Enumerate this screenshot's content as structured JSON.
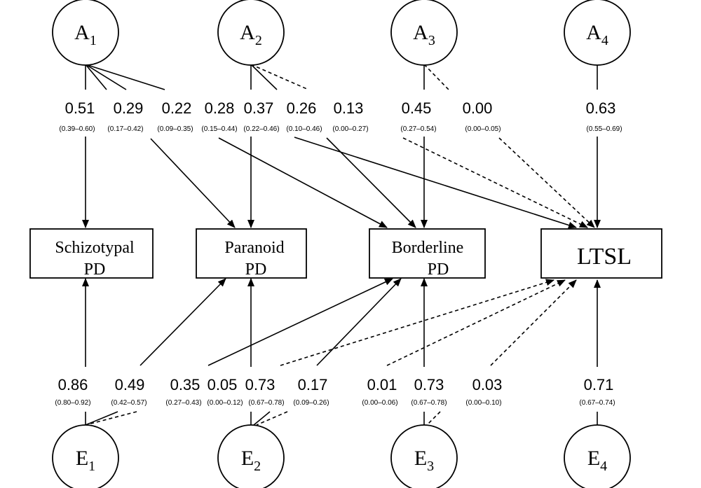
{
  "latents": {
    "a1": {
      "letter": "A",
      "sub": "1"
    },
    "a2": {
      "letter": "A",
      "sub": "2"
    },
    "a3": {
      "letter": "A",
      "sub": "3"
    },
    "a4": {
      "letter": "A",
      "sub": "4"
    },
    "e1": {
      "letter": "E",
      "sub": "1"
    },
    "e2": {
      "letter": "E",
      "sub": "2"
    },
    "e3": {
      "letter": "E",
      "sub": "3"
    },
    "e4": {
      "letter": "E",
      "sub": "4"
    }
  },
  "boxes": {
    "schizotypal": {
      "line1": "Schizotypal",
      "line2": "PD"
    },
    "paranoid": {
      "line1": "Paranoid",
      "line2": "PD"
    },
    "borderline": {
      "line1": "Borderline",
      "line2": "PD"
    },
    "ltsl": {
      "line1": "LTSL"
    }
  },
  "paths_a": [
    {
      "from": "A1",
      "to": "Schizotypal PD",
      "coef": "0.51",
      "ci": "(0.39–0.60)",
      "style": "solid"
    },
    {
      "from": "A1",
      "to": "Paranoid PD",
      "coef": "0.29",
      "ci": "(0.17–0.42)",
      "style": "solid"
    },
    {
      "from": "A1",
      "to": "Borderline PD",
      "coef": "0.22",
      "ci": "(0.09–0.35)",
      "style": "solid"
    },
    {
      "from": "A1",
      "to": "LTSL",
      "coef": "0.28",
      "ci": "(0.15–0.44)",
      "style": "solid"
    },
    {
      "from": "A2",
      "to": "Paranoid PD",
      "coef": "0.37",
      "ci": "(0.22–0.46)",
      "style": "solid"
    },
    {
      "from": "A2",
      "to": "Borderline PD",
      "coef": "0.26",
      "ci": "(0.10–0.46)",
      "style": "solid"
    },
    {
      "from": "A2",
      "to": "LTSL",
      "coef": "0.13",
      "ci": "(0.00–0.27)",
      "style": "dashed"
    },
    {
      "from": "A3",
      "to": "Borderline PD",
      "coef": "0.45",
      "ci": "(0.27–0.54)",
      "style": "solid"
    },
    {
      "from": "A3",
      "to": "LTSL",
      "coef": "0.00",
      "ci": "(0.00–0.05)",
      "style": "dashed"
    },
    {
      "from": "A4",
      "to": "LTSL",
      "coef": "0.63",
      "ci": "(0.55–0.69)",
      "style": "solid"
    }
  ],
  "paths_e": [
    {
      "from": "E1",
      "to": "Schizotypal PD",
      "coef": "0.86",
      "ci": "(0.80–0.92)",
      "style": "solid"
    },
    {
      "from": "E1",
      "to": "Paranoid PD",
      "coef": "0.49",
      "ci": "(0.42–0.57)",
      "style": "solid"
    },
    {
      "from": "E1",
      "to": "Borderline PD",
      "coef": "0.35",
      "ci": "(0.27–0.43)",
      "style": "solid"
    },
    {
      "from": "E1",
      "to": "LTSL",
      "coef": "0.05",
      "ci": "(0.00–0.12)",
      "style": "dashed"
    },
    {
      "from": "E2",
      "to": "Paranoid PD",
      "coef": "0.73",
      "ci": "(0.67–0.78)",
      "style": "solid"
    },
    {
      "from": "E2",
      "to": "Borderline PD",
      "coef": "0.17",
      "ci": "(0.09–0.26)",
      "style": "solid"
    },
    {
      "from": "E2",
      "to": "LTSL",
      "coef": "0.01",
      "ci": "(0.00–0.06)",
      "style": "dashed"
    },
    {
      "from": "E3",
      "to": "Borderline PD",
      "coef": "0.73",
      "ci": "(0.67–0.78)",
      "style": "solid"
    },
    {
      "from": "E3",
      "to": "LTSL",
      "coef": "0.03",
      "ci": "(0.00–0.10)",
      "style": "dashed"
    },
    {
      "from": "E4",
      "to": "LTSL",
      "coef": "0.71",
      "ci": "(0.67–0.74)",
      "style": "solid"
    }
  ]
}
